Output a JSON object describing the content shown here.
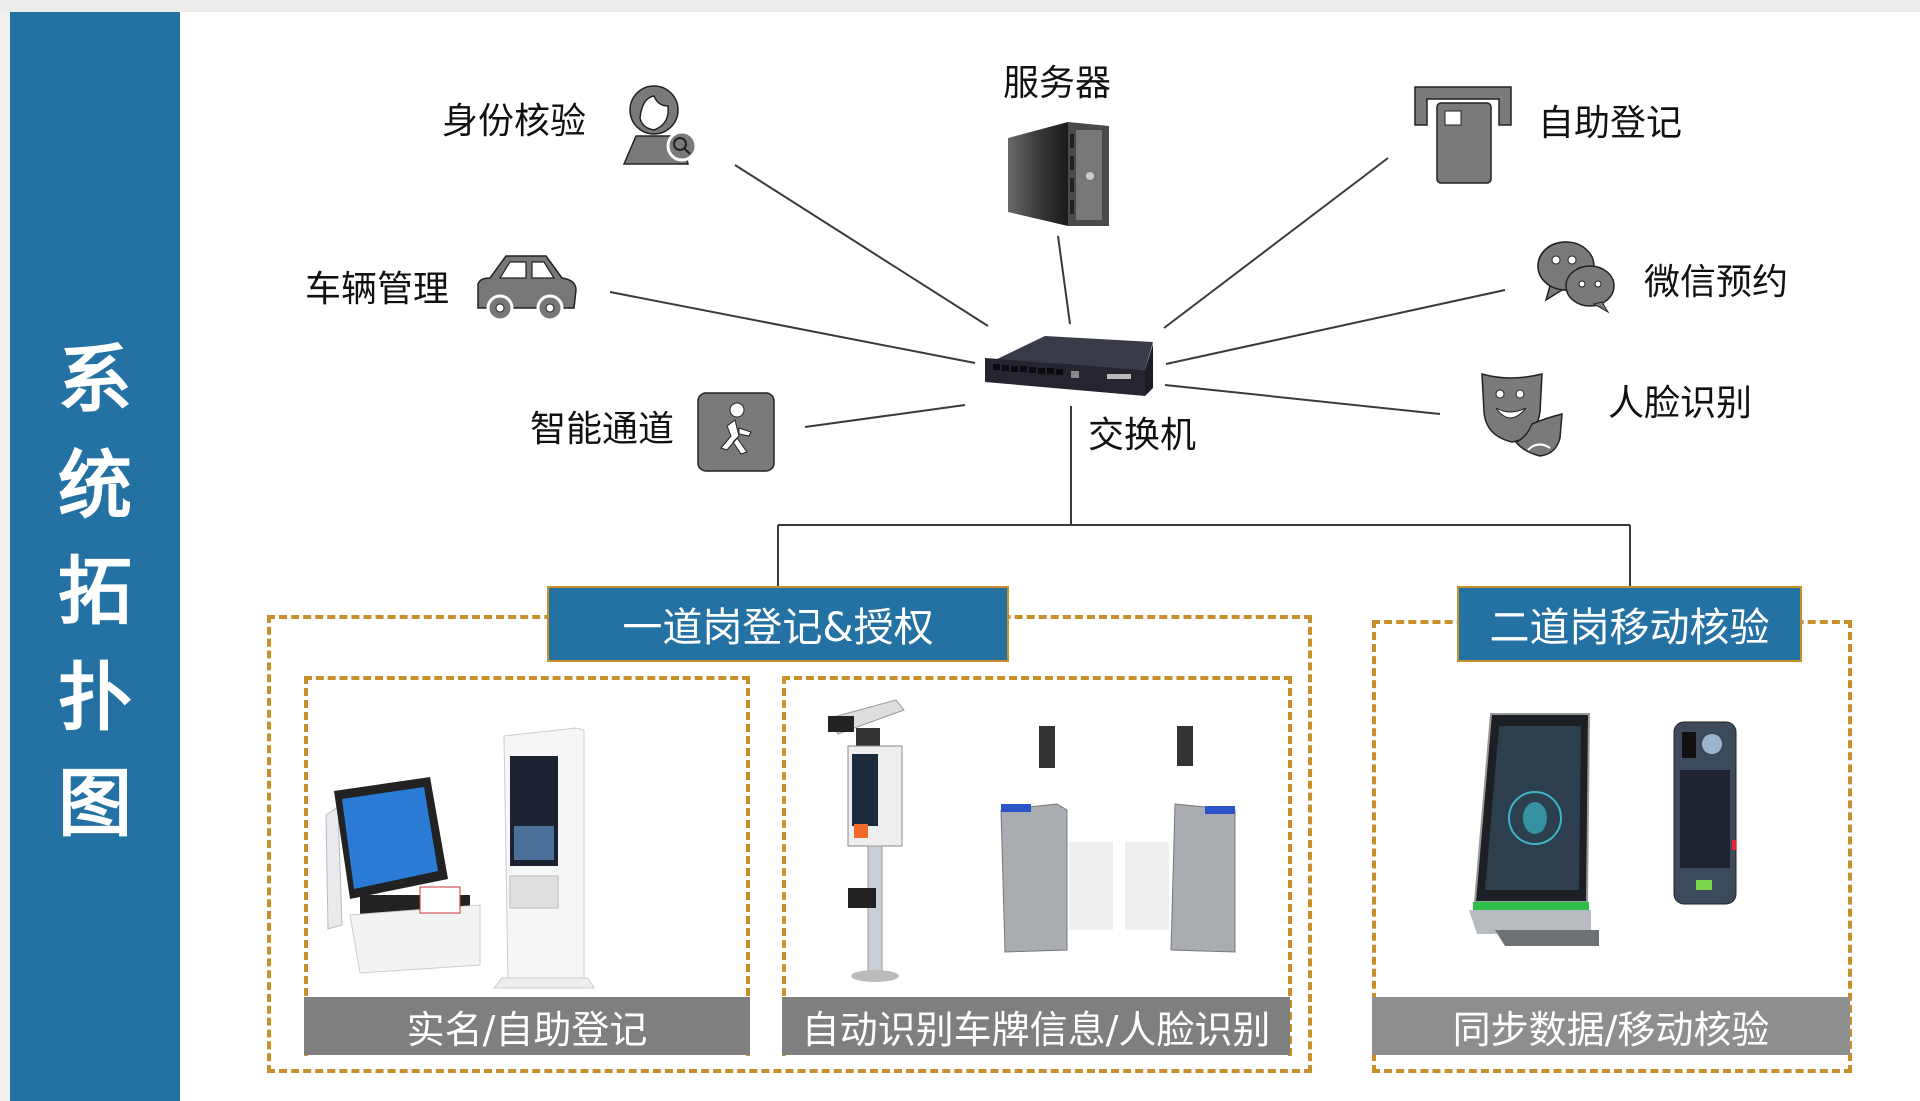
{
  "sidebar": {
    "title_chars": [
      "系",
      "统",
      "拓",
      "扑",
      "图"
    ],
    "color": "#2471a3"
  },
  "center": {
    "switch_label": "交换机",
    "server_label": "服务器"
  },
  "nodes": {
    "identity": {
      "label": "身份核验",
      "icon": "person-search-icon"
    },
    "vehicle": {
      "label": "车辆管理",
      "icon": "car-icon"
    },
    "channel": {
      "label": "智能通道",
      "icon": "running-person-icon"
    },
    "self_register": {
      "label": "自助登记",
      "icon": "card-slot-icon"
    },
    "wechat": {
      "label": "微信预约",
      "icon": "wechat-icon"
    },
    "face": {
      "label": "人脸识别",
      "icon": "theater-masks-icon"
    }
  },
  "groups": [
    {
      "header": "一道岗登记&授权",
      "panels": [
        {
          "caption": "实名/自助登记",
          "devices": [
            "desktop-kiosk",
            "standing-kiosk"
          ]
        },
        {
          "caption": "自动识别车牌信息/人脸识别",
          "devices": [
            "plate-camera-pole",
            "speed-gate"
          ]
        }
      ]
    },
    {
      "header": "二道岗移动核验",
      "panels": [
        {
          "caption": "同步数据/移动核验",
          "devices": [
            "face-terminal",
            "handheld-terminal"
          ]
        }
      ]
    }
  ],
  "colors": {
    "accent": "#2471a3",
    "dash": "#c8902a",
    "caption_bg": "#7f7f7f",
    "icon_gray": "#7a7a7a"
  }
}
